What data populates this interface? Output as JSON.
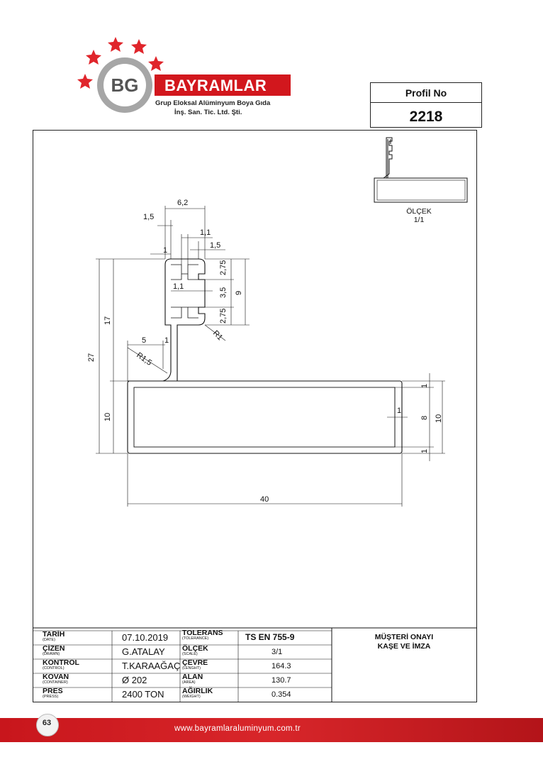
{
  "brand": {
    "logo_text": "BG",
    "name": "BAYRAMLAR",
    "subtitle_1": "Grup Eloksal Alüminyum Boya Gıda",
    "subtitle_2": "İnş. San. Tic. Ltd. Şti.",
    "colors": {
      "red": "#d2171d",
      "grey": "#a6a6a6"
    }
  },
  "profile": {
    "label": "Profil No",
    "number": "2218",
    "scale_label": "ÖLÇEK",
    "scale_value": "1/1"
  },
  "drawing": {
    "dims": {
      "w62": "6,2",
      "w15a": "1,5",
      "w11a": "1,1",
      "w1a": "1",
      "w15b": "1,5",
      "h275a": "2,75",
      "w11b": "1,1",
      "h35": "3,5",
      "h9": "9",
      "h275b": "2,75",
      "r1": "R1",
      "h17": "17",
      "h27": "27",
      "w5": "5",
      "w1b": "1",
      "r15": "R1,5",
      "h10a": "10",
      "t1a": "1",
      "w1c": "1",
      "h8": "8",
      "h10b": "10",
      "t1b": "1",
      "w40": "40"
    }
  },
  "title_block": {
    "rows": [
      {
        "label": "TARİH",
        "sub": "(DATE)",
        "value": "07.10.2019"
      },
      {
        "label": "ÇİZEN",
        "sub": "(DRAWN)",
        "value": "G.ATALAY"
      },
      {
        "label": "KONTROL",
        "sub": "(CONTROL)",
        "value": "T.KARAAĞAÇ"
      },
      {
        "label": "KOVAN",
        "sub": "(CONTAINER)",
        "value": "Ø 202"
      },
      {
        "label": "PRES",
        "sub": "(PRESS)",
        "value": "2400  TON"
      }
    ],
    "specs": [
      {
        "label": "TOLERANS",
        "sub": "(TOLERANCE)",
        "value": "TS EN 755-9"
      },
      {
        "label": "ÖLÇEK",
        "sub": "(SCALE)",
        "value": "3/1"
      },
      {
        "label": "ÇEVRE",
        "sub": "(LENGHT)",
        "value": "164.3"
      },
      {
        "label": "ALAN",
        "sub": "(AREA)",
        "value": "130.7"
      },
      {
        "label": "AĞIRLIK",
        "sub": "(WEIGHT)",
        "value": "0.354"
      }
    ],
    "approval_1": "MÜŞTERİ ONAYI",
    "approval_2": "KAŞE VE İMZA"
  },
  "footer": {
    "page_number": "63",
    "url": "www.bayramlaraluminyum.com.tr",
    "color": "#c8161c"
  }
}
